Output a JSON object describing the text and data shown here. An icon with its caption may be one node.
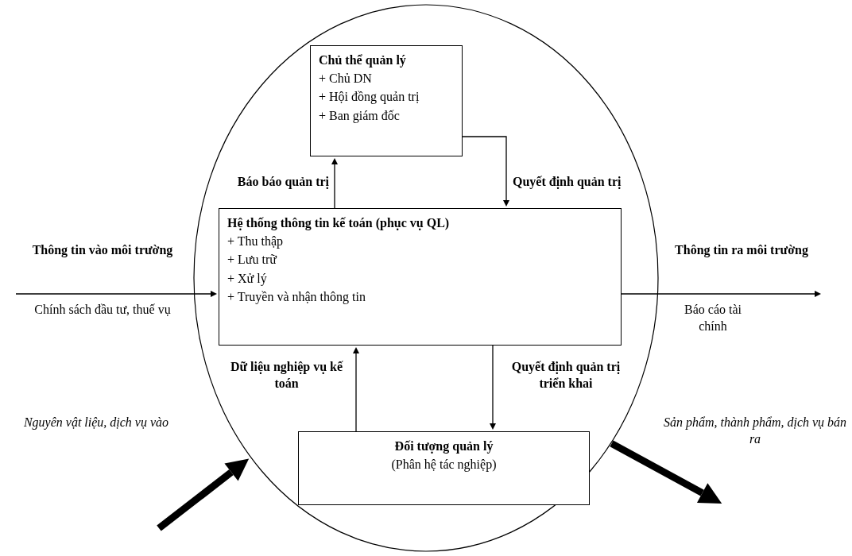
{
  "diagram": {
    "nodes": [
      {
        "text": [],
        "shape": "circle"
      },
      {
        "text": [
          "Chủ thể quản lý",
          "+ Chủ DN",
          "+ Hội đồng quản trị",
          "+ Ban giám đốc"
        ],
        "in": 0
      },
      {
        "text": [
          "Hệ thống thông tin kế toán (phục vụ QL)",
          "+ Thu thập",
          "+ Lưu trữ",
          "+ Xử lý",
          "+ Truyền và nhận thông tin"
        ],
        "in": 0
      },
      {
        "text": [
          "Đối tượng quản lý",
          "(Phân hệ tác nghiệp)"
        ],
        "in": 0
      }
    ],
    "edges": [
      {
        "from": 2,
        "to": 1,
        "arrow": "to",
        "label": "Báo báo quản trị"
      },
      {
        "from": 1,
        "to": 2,
        "arrow": "to",
        "label": "Quyết định quản trị"
      },
      {
        "from": 3,
        "to": 2,
        "arrow": "to",
        "label": "Dữ liệu nghiệp vụ kế toán"
      },
      {
        "from": 2,
        "to": 3,
        "arrow": "to",
        "label": "Quyết định quản trị triển khai"
      },
      {
        "from": null,
        "to": 2,
        "arrow": "to",
        "label": "Thông tin vào môi trường"
      },
      {
        "from": 2,
        "to": null,
        "arrow": "to",
        "label": "Thông tin ra môi trường"
      },
      {
        "from": null,
        "to": 0,
        "arrow": "to",
        "style": "thick"
      },
      {
        "from": 0,
        "to": null,
        "arrow": "to",
        "style": "thick"
      }
    ],
    "labels": [
      "Chính sách đầu tư, thuế vụ",
      "Báo cáo tài chính",
      "Nguyên vật liệu, dịch vụ vào",
      "Sản phẩm, thành phẩm, dịch vụ bán ra"
    ]
  }
}
